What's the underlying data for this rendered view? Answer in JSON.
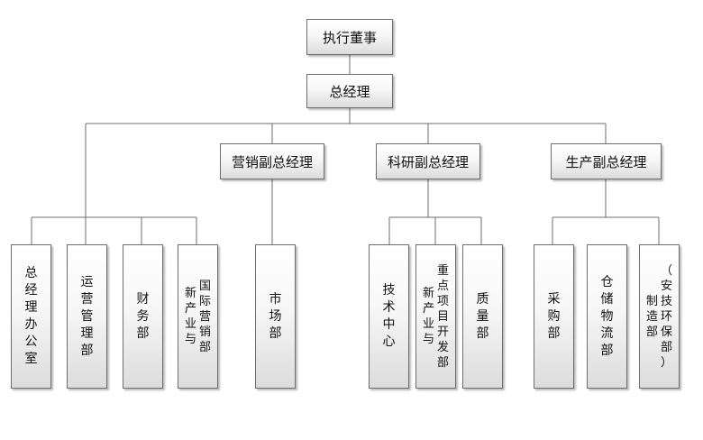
{
  "nodes": {
    "exec": "执行董事",
    "gm": "总经理",
    "vp_sales": "营销副总经理",
    "vp_rd": "科研副总经理",
    "vp_prod": "生产副总经理",
    "gm_office": "总经理办公室",
    "ops": "运营管理部",
    "finance": "财务部",
    "intl_col1": "国际营销部",
    "intl_col2": "新产业与",
    "market": "市场部",
    "tech": "技术中心",
    "key_col1": "重点项目开发部",
    "key_col2": "新产业与",
    "quality": "质量部",
    "purchase": "采购部",
    "storage": "仓储物流部",
    "mfg_col1": "（安技环保部）",
    "mfg_col2": "制造部"
  },
  "colors": {
    "line": "#6e6e6e",
    "border": "#6e6e6e"
  }
}
